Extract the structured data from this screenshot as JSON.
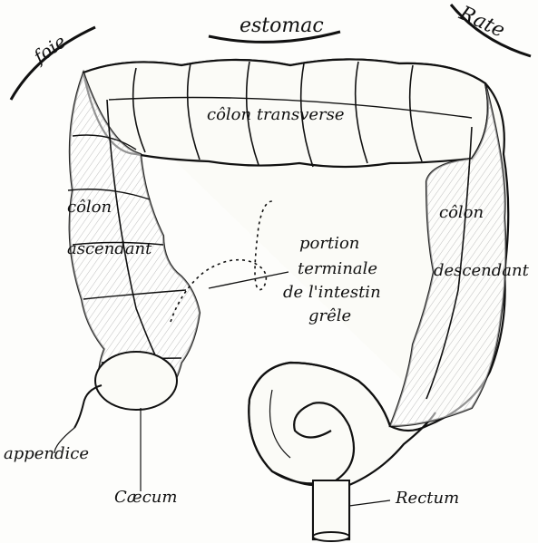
{
  "labels": {
    "foie": "foie",
    "estomac": "estomac",
    "rate": "Rate",
    "colon_transverse": "côlon transverse",
    "colon_ascendant_1": "côlon",
    "colon_ascendant_2": "ascendant",
    "colon_descendant_1": "côlon",
    "colon_descendant_2": "descendant",
    "portion_1": "portion",
    "portion_2": "terminale",
    "portion_3": "de l'intestin",
    "portion_4": "grêle",
    "appendice": "appendice",
    "caecum": "Cæcum",
    "rectum": "Rectum"
  },
  "colors": {
    "ink": "#111111",
    "paper": "#fdfdfb"
  }
}
